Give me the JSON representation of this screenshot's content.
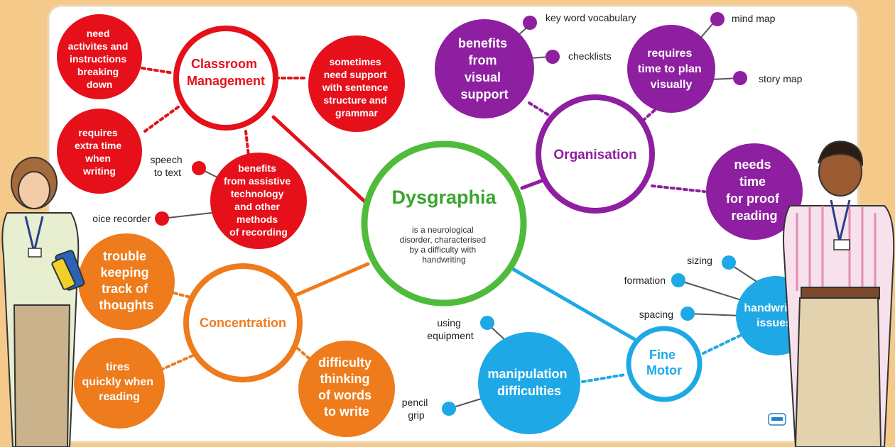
{
  "central": {
    "title": "Dysgraphia",
    "description": [
      "is a neurological",
      "disorder, characterised",
      "by a difficulty with",
      "handwriting"
    ]
  },
  "branches": {
    "classroom_management": {
      "label": [
        "Classroom",
        "Management"
      ],
      "color": "#e5101a",
      "nodes": {
        "activities": [
          "need",
          "activites and",
          "instructions",
          "breaking",
          "down"
        ],
        "sentence": [
          "sometimes",
          "need support",
          "with sentence",
          "structure and",
          "grammar"
        ],
        "extra_time": [
          "requires",
          "extra time",
          "when",
          "writing"
        ],
        "assistive": [
          "benefits",
          "from assistive",
          "technology",
          "and other",
          "methods",
          "of recording"
        ]
      },
      "leaves": {
        "speech": [
          "speech",
          "to text"
        ],
        "voice": "oice recorder"
      }
    },
    "organisation": {
      "label": "Organisation",
      "color": "#8e1fa0",
      "nodes": {
        "visual_support": [
          "benefits",
          "from",
          "visual",
          "support"
        ],
        "plan": [
          "requires",
          "time to plan",
          "visually"
        ],
        "proof": [
          "needs",
          "time",
          "for proof",
          "reading"
        ]
      },
      "leaves": {
        "keyword": "key word vocabulary",
        "checklists": "checklists",
        "mindmap": "mind map",
        "storymap": "story map"
      }
    },
    "concentration": {
      "label": "Concentration",
      "color": "#ee7b1c",
      "nodes": {
        "track": [
          "trouble",
          "keeping",
          "track of",
          "thoughts"
        ],
        "tires": [
          "tires",
          "quickly when",
          "reading"
        ],
        "thinking": [
          "difficulty",
          "thinking",
          "of words",
          "to write"
        ]
      }
    },
    "fine_motor": {
      "label": [
        "Fine",
        "Motor"
      ],
      "color": "#1ea9e6",
      "nodes": {
        "manipulation": [
          "manipulation",
          "difficulties"
        ],
        "handwriting": [
          "handwritin",
          "issues"
        ]
      },
      "leaves": {
        "using": [
          "using",
          "equipment"
        ],
        "pencil": [
          "pencil",
          "grip"
        ],
        "sizing": "sizing",
        "formation": "formation",
        "spacing": "spacing"
      }
    }
  },
  "colors": {
    "background": "#f5c98a",
    "poster": "#ffffff",
    "central_ring": "#4fbb3a",
    "central_title": "#3aa52e"
  }
}
